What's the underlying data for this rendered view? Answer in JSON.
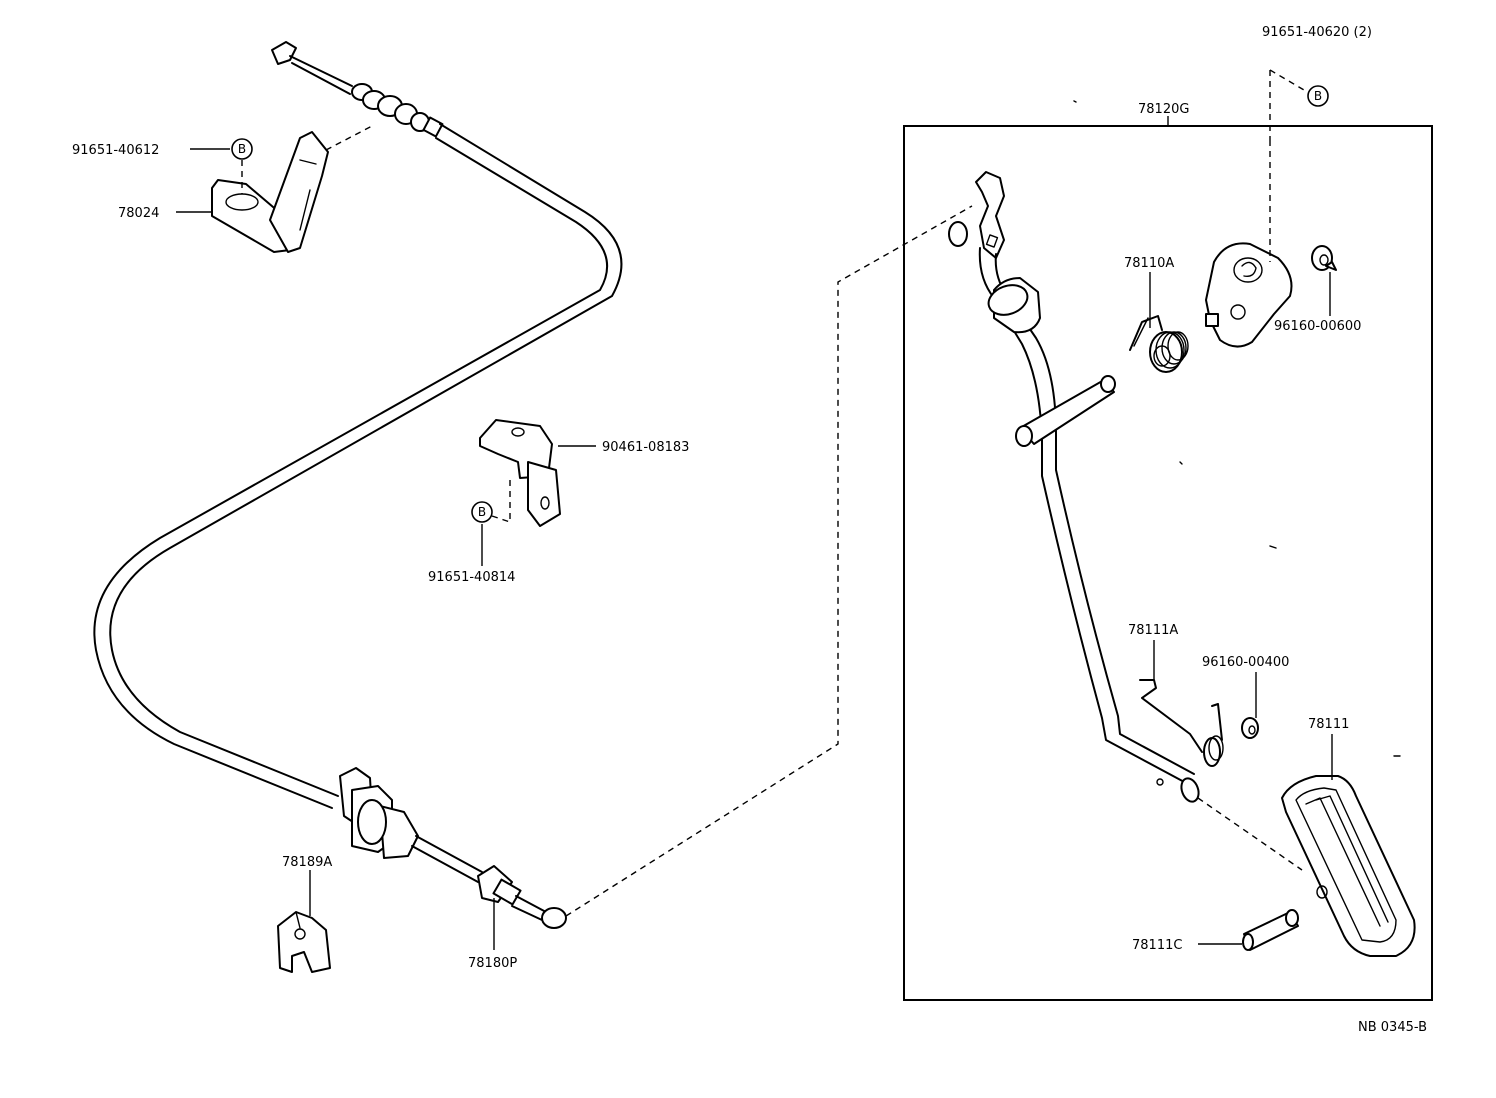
{
  "diagram": {
    "drawing_code": "NB 0345-B",
    "bolt_marker": "B",
    "labels": {
      "p91651_40612": "91651-40612",
      "p78024": "78024",
      "p90461_08183": "90461-08183",
      "p91651_40814": "91651-40814",
      "p78189A": "78189A",
      "p78180P": "78180P",
      "p91651_40620": "91651-40620 (2)",
      "p78120G": "78120G",
      "p78110A": "78110A",
      "p96160_00600": "96160-00600",
      "p78111A": "78111A",
      "p96160_00400": "96160-00400",
      "p78111": "78111",
      "p78111C": "78111C"
    }
  }
}
